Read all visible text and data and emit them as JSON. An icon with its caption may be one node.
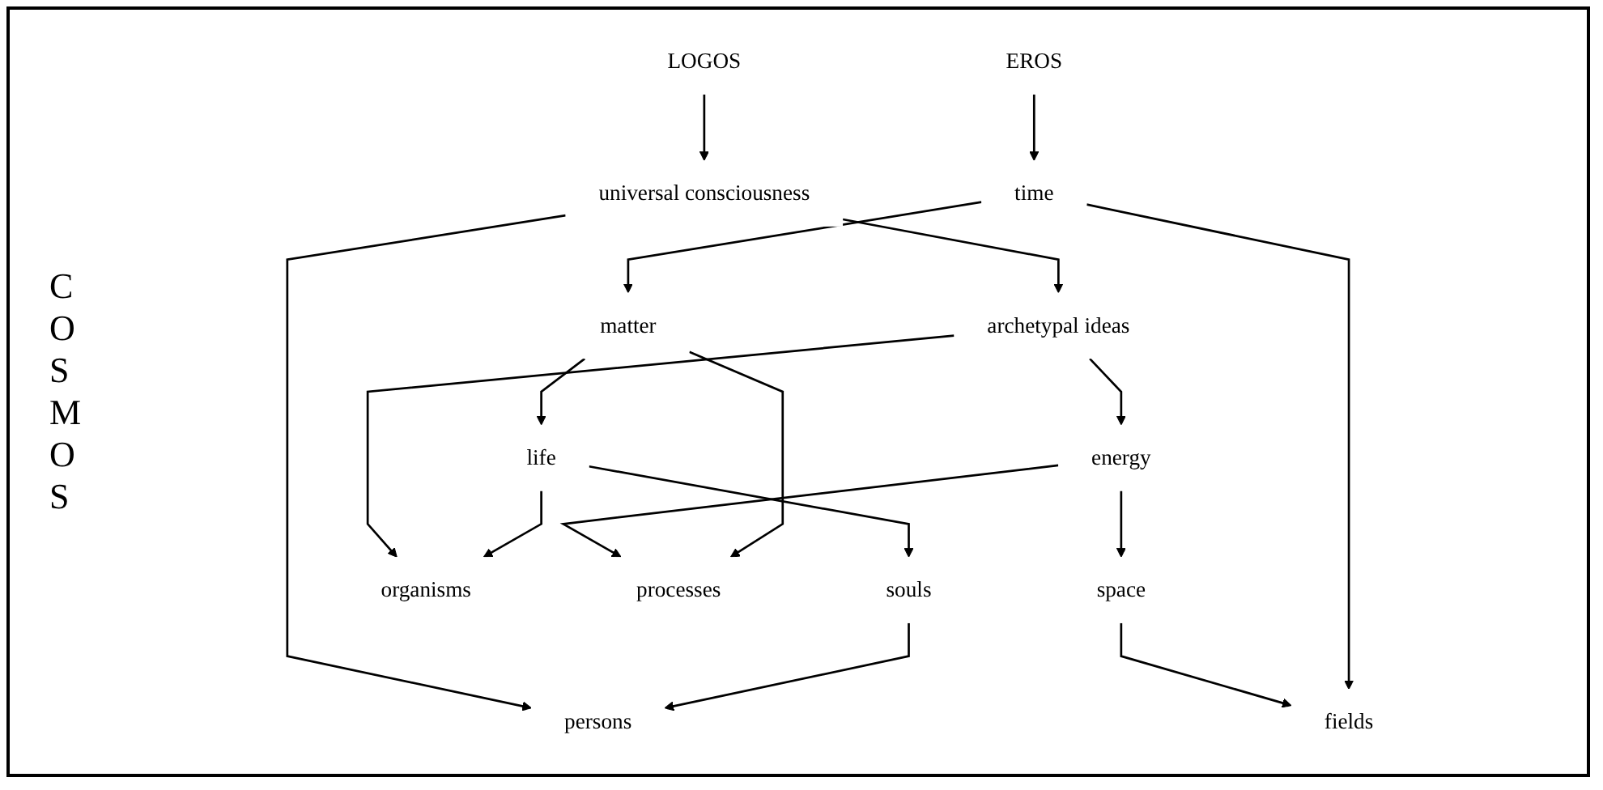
{
  "diagram": {
    "nodes": [
      {
        "text": [
          "LOGOS"
        ]
      },
      {
        "text": [
          "souls"
        ]
      },
      {
        "text": [
          "persons"
        ]
      },
      {
        "text": [
          "universal consciousness"
        ]
      },
      {
        "text": [
          "life"
        ]
      },
      {
        "text": [
          "organisms"
        ]
      },
      {
        "text": [
          "archetypal ideas"
        ]
      },
      {
        "text": [
          "matter"
        ]
      },
      {
        "text": [
          "processes"
        ]
      },
      {
        "text": [
          "energy"
        ]
      },
      {
        "text": [
          "time"
        ]
      },
      {
        "text": [
          "fields"
        ]
      },
      {
        "text": [
          "space"
        ]
      },
      {
        "text": [
          "EROS"
        ]
      }
    ],
    "edges": [
      {
        "from": 13,
        "to": 10,
        "arrow": "to"
      },
      {
        "from": 10,
        "to": 7,
        "arrow": "to"
      },
      {
        "from": 7,
        "to": 4,
        "arrow": "to"
      },
      {
        "from": 4,
        "to": 1,
        "arrow": "to"
      },
      {
        "from": 1,
        "to": 2,
        "arrow": "to"
      },
      {
        "from": 4,
        "to": 5,
        "arrow": "to"
      },
      {
        "from": 7,
        "to": 8,
        "arrow": "to"
      },
      {
        "from": 10,
        "to": 11,
        "arrow": "to"
      },
      {
        "from": 0,
        "to": 3,
        "arrow": "to"
      },
      {
        "from": 3,
        "to": 6,
        "arrow": "to"
      },
      {
        "from": 6,
        "to": 9,
        "arrow": "to"
      },
      {
        "from": 9,
        "to": 12,
        "arrow": "to"
      },
      {
        "from": 3,
        "to": 2,
        "arrow": "to"
      },
      {
        "from": 6,
        "to": 5,
        "arrow": "to"
      },
      {
        "from": 9,
        "to": 8,
        "arrow": "to"
      },
      {
        "from": 12,
        "to": 11,
        "arrow": "to"
      }
    ],
    "labels": [
      "COSMOS"
    ]
  }
}
